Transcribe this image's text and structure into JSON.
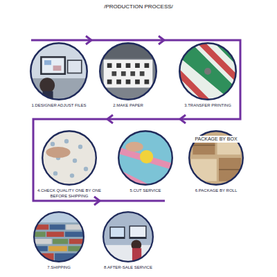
{
  "diagram": {
    "title": "/PRODUCTION PROCESS/",
    "nodes": [
      {
        "text": [
          "1.DESIGNER ADJUST FILES"
        ]
      },
      {
        "text": [
          "2.MAKE PAPER"
        ]
      },
      {
        "text": [
          "3.TRANSFER PRINTING"
        ]
      },
      {
        "text": [
          "4.CHECK QUALITY ONE BY ONE BEFORE SHIPPING"
        ]
      },
      {
        "text": [
          "5.CUT SERVICE"
        ]
      },
      {
        "text": [
          "6.PACKAGE BY ROLL"
        ]
      },
      {
        "text": [
          "PACKAGE BY BOX"
        ],
        "in": 5
      },
      {
        "text": [
          "7.SHIPPING"
        ]
      },
      {
        "text": [
          "8.AFTER-SALE SERVICE"
        ]
      }
    ]
  }
}
